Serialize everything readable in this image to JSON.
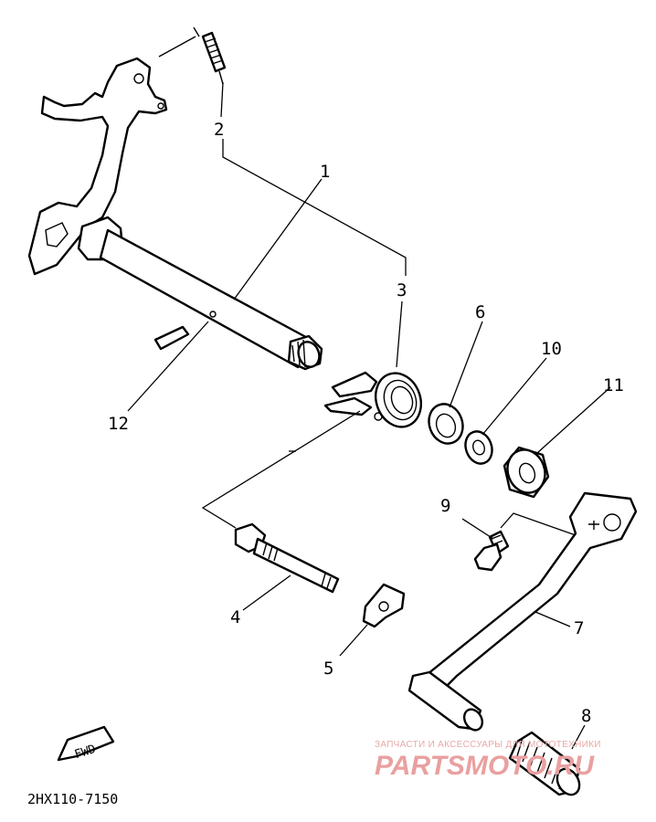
{
  "callouts": {
    "n1": "1",
    "n2": "2",
    "n3": "3",
    "n4": "4",
    "n5": "5",
    "n6": "6",
    "n7": "7",
    "n8": "8",
    "n9": "9",
    "n10": "10",
    "n11": "11",
    "n12": "12"
  },
  "fwd_label": "FWD",
  "diagram_code": "2HX110-7150",
  "watermark": {
    "line1": "ЗАПЧАСТИ И АКСЕССУАРЫ ДЛЯ МОТОТЕХНИКИ",
    "line2": "PARTSMOTO.RU"
  }
}
